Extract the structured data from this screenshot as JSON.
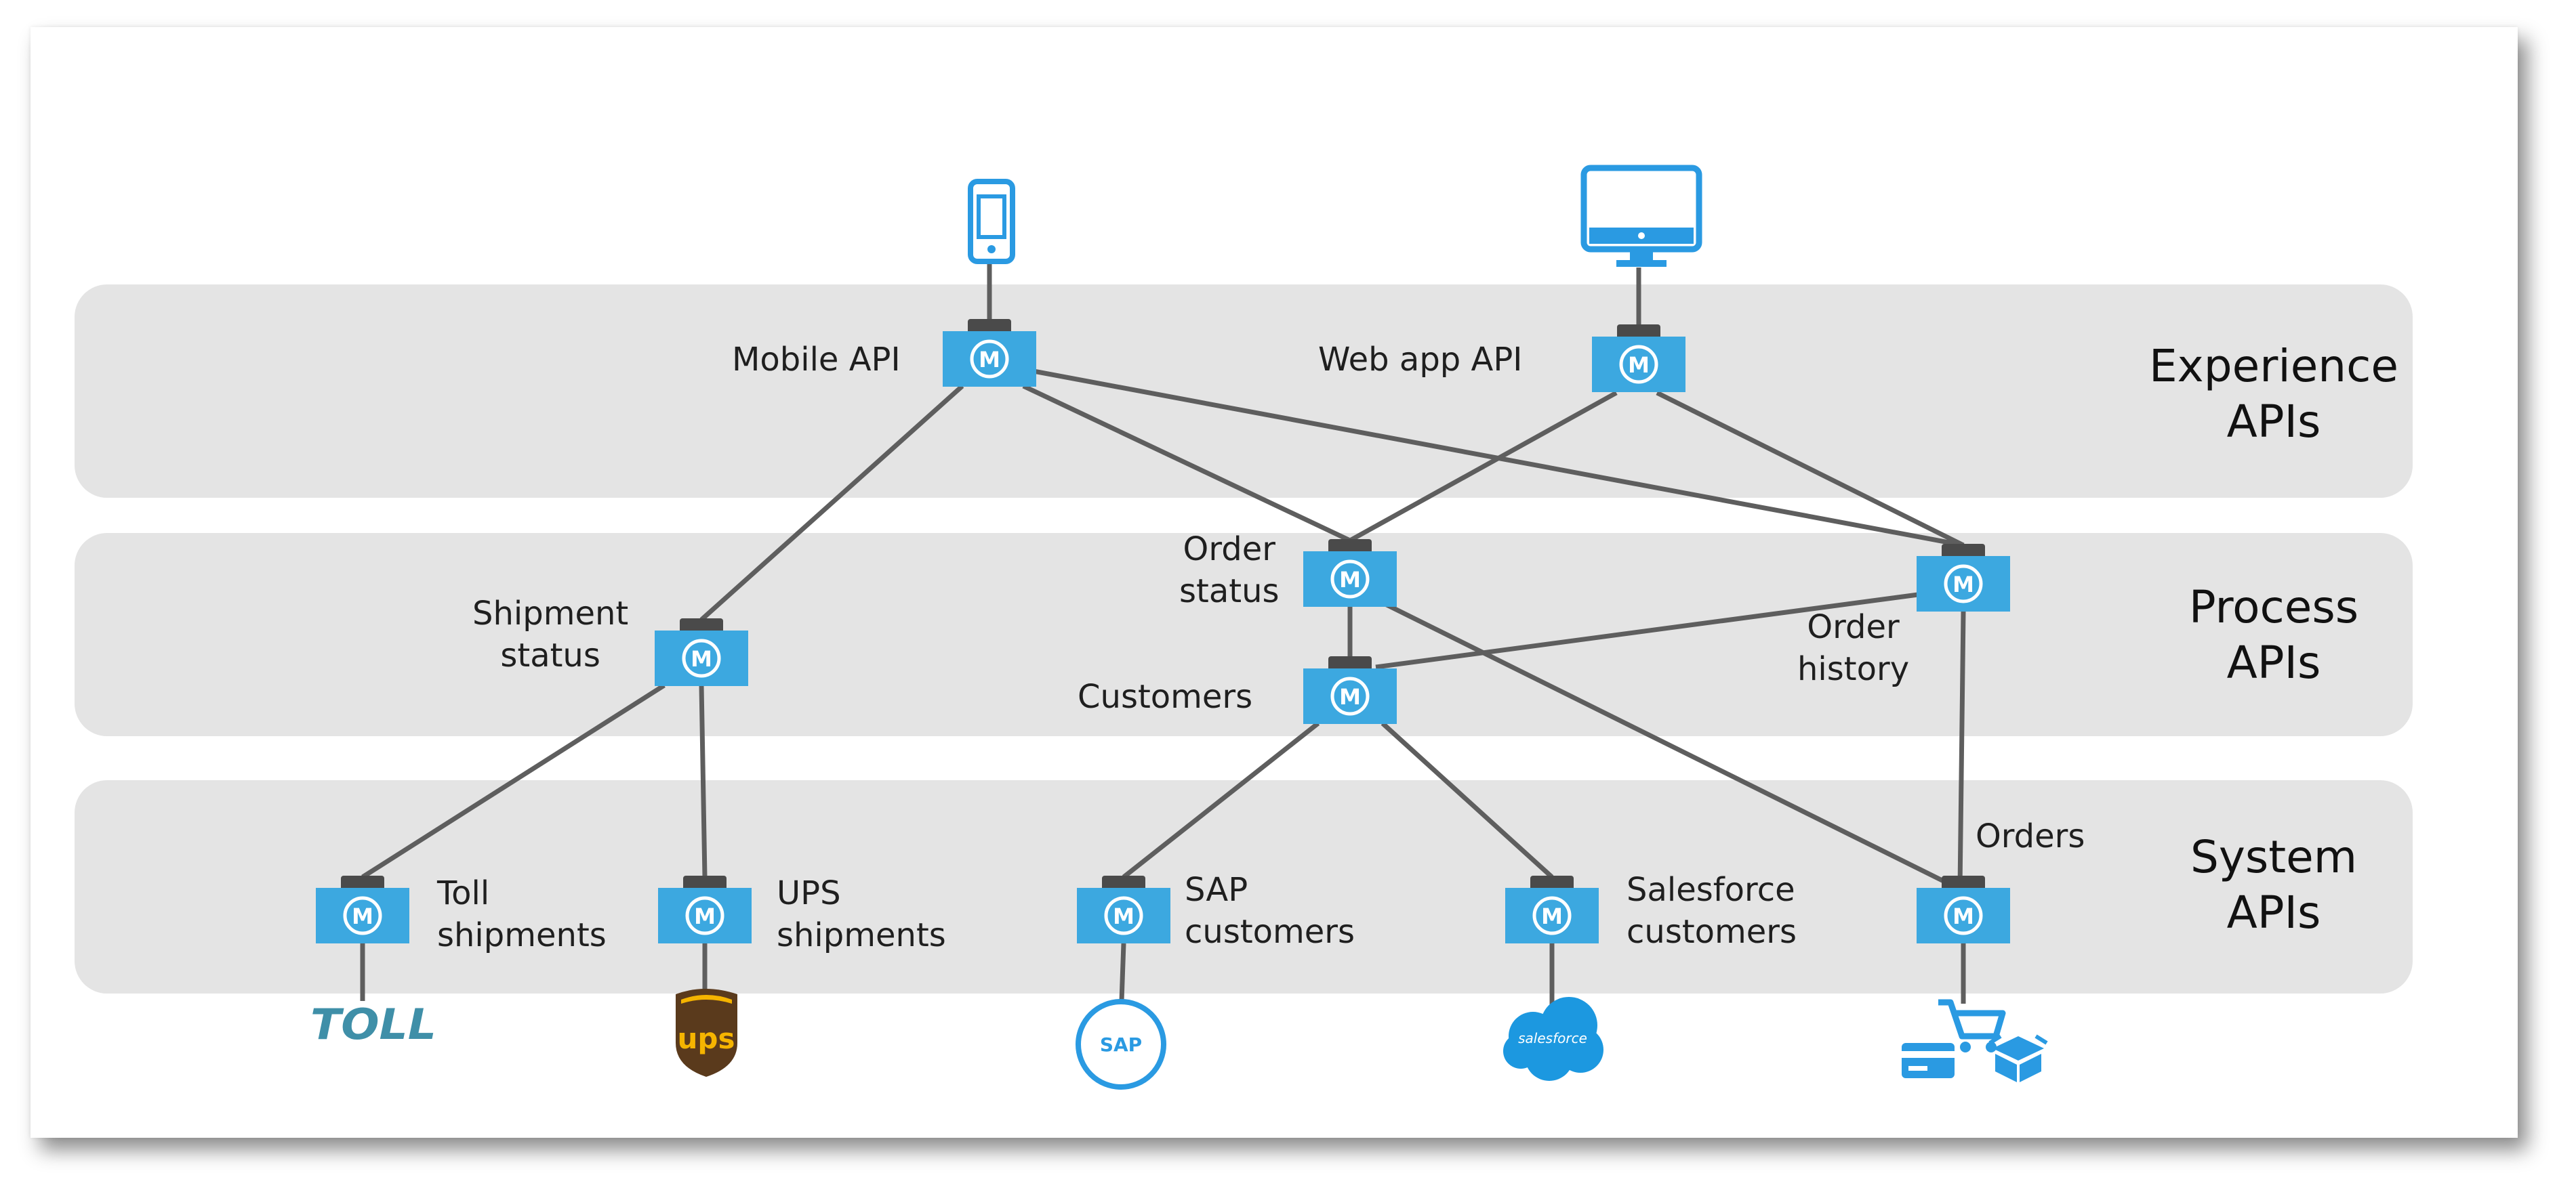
{
  "colors": {
    "node_blue": "#3ca8e0",
    "node_cap": "#4a4a4a",
    "band_gray": "#e4e4e4",
    "connector": "#5e5e5e",
    "icon_blue": "#2a9ae2",
    "toll_teal": "#3f8fa8",
    "ups_brown": "#5a3a1c",
    "ups_gold": "#f5b400",
    "salesforce_blue": "#1c98e0"
  },
  "tiers": {
    "experience": [
      "Experience",
      "APIs"
    ],
    "process": [
      "Process",
      "APIs"
    ],
    "system": [
      "System",
      "APIs"
    ]
  },
  "nodes": {
    "mobile_api": [
      "Mobile API"
    ],
    "web_app_api": [
      "Web app API"
    ],
    "shipment_status": [
      "Shipment",
      "status"
    ],
    "order_status": [
      "Order",
      "status"
    ],
    "order_history": [
      "Order",
      "history"
    ],
    "customers": [
      "Customers"
    ],
    "toll_shipments": [
      "Toll",
      "shipments"
    ],
    "ups_shipments": [
      "UPS",
      "shipments"
    ],
    "sap_customers": [
      "SAP",
      "customers"
    ],
    "salesforce_customers": [
      "Salesforce",
      "customers"
    ],
    "orders": [
      "Orders"
    ]
  },
  "node_glyph": "M",
  "logos": {
    "toll": "TOLL",
    "ups": "ups",
    "sap": "SAP",
    "salesforce": "salesforce"
  },
  "icons": {
    "mobile": "mobile-phone-icon",
    "desktop": "desktop-monitor-icon",
    "cart": "shopping-cart-icon",
    "card": "credit-card-icon",
    "box": "package-box-icon"
  }
}
